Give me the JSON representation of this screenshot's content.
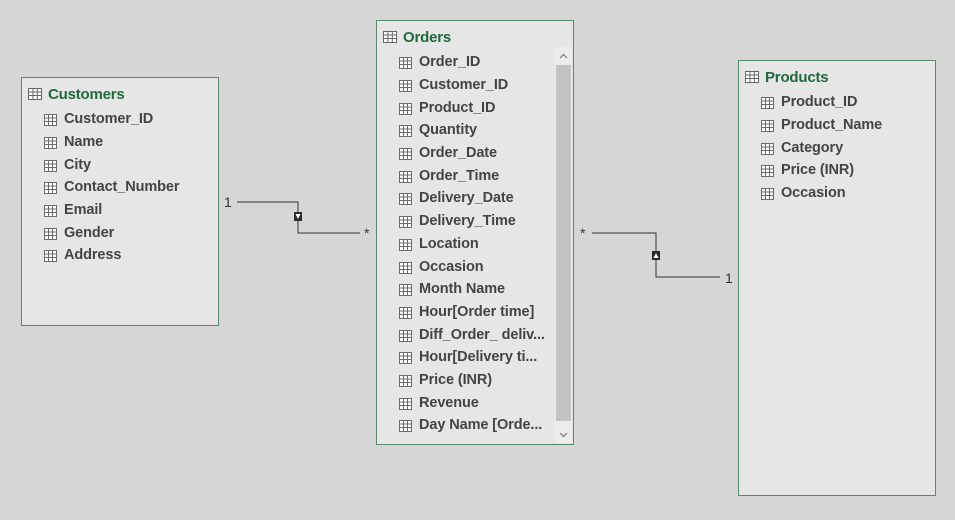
{
  "tables": {
    "customers": {
      "title": "Customers",
      "columns": [
        "Customer_ID",
        "Name",
        "City",
        "Contact_Number",
        "Email",
        "Gender",
        "Address"
      ]
    },
    "orders": {
      "title": "Orders",
      "columns": [
        "Order_ID",
        "Customer_ID",
        "Product_ID",
        "Quantity",
        "Order_Date",
        "Order_Time",
        "Delivery_Date",
        "Delivery_Time",
        "Location",
        "Occasion",
        "Month Name",
        "Hour[Order time]",
        "Diff_Order_ deliv...",
        "Hour[Delivery ti...",
        "Price (INR)",
        "Revenue",
        "Day Name [Orde..."
      ]
    },
    "products": {
      "title": "Products",
      "columns": [
        "Product_ID",
        "Product_Name",
        "Category",
        "Price (INR)",
        "Occasion"
      ]
    }
  },
  "relationships": [
    {
      "from": "Customers",
      "to": "Orders",
      "from_cardinality": "1",
      "to_cardinality": "*",
      "direction_icon": "filter-down-arrow-icon"
    },
    {
      "from": "Products",
      "to": "Orders",
      "from_cardinality": "1",
      "to_cardinality": "*",
      "direction_icon": "filter-up-arrow-icon"
    }
  ],
  "colors": {
    "canvas": "#d6d6d6",
    "table_bg": "#e6e6e6",
    "table_border": "#5a8a6c",
    "title": "#1e6a3c",
    "column_text": "#444444"
  }
}
